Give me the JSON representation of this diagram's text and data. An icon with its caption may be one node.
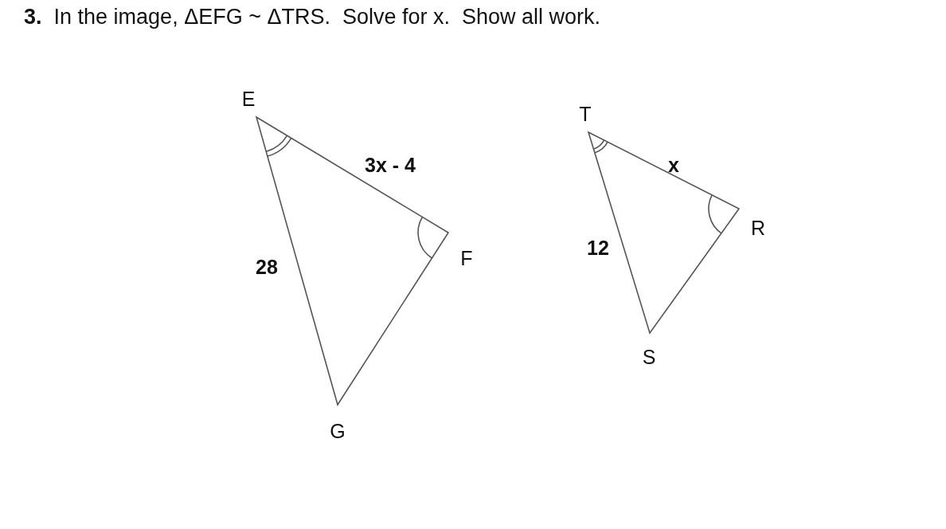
{
  "diagram": {
    "title": "**3.**  In the image, ΔEFG ~ ΔTRS.  Solve for x.  Show all work.",
    "labels": [
      "E",
      "T",
      "3x - 4",
      "x",
      "R",
      "F",
      "12",
      "28",
      "S",
      "G"
    ]
  }
}
